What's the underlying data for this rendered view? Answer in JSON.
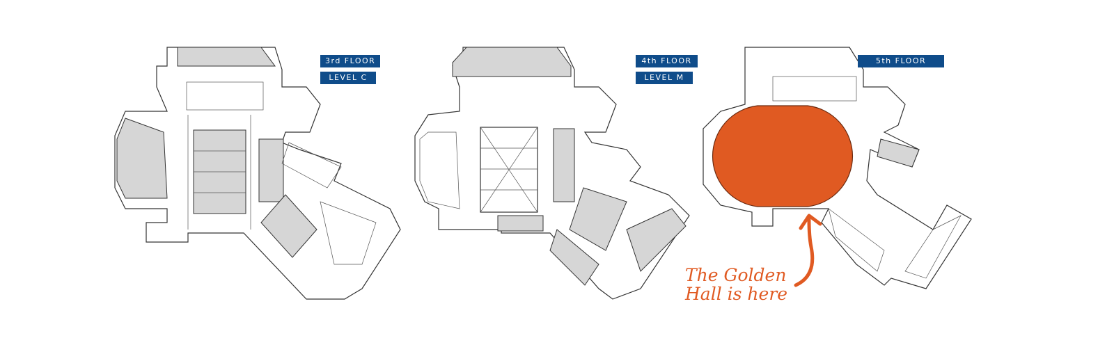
{
  "floors": [
    {
      "floor_label": "3rd FLOOR",
      "level_label": "LEVEL C"
    },
    {
      "floor_label": "4th FLOOR",
      "level_label": "LEVEL M"
    },
    {
      "floor_label": "5th FLOOR"
    }
  ],
  "callout": {
    "line1": "The Golden",
    "line2": "Hall is here"
  },
  "colors": {
    "label_bg": "#0f4c8a",
    "highlight": "#e05a22",
    "room_fill": "#d6d6d6"
  }
}
